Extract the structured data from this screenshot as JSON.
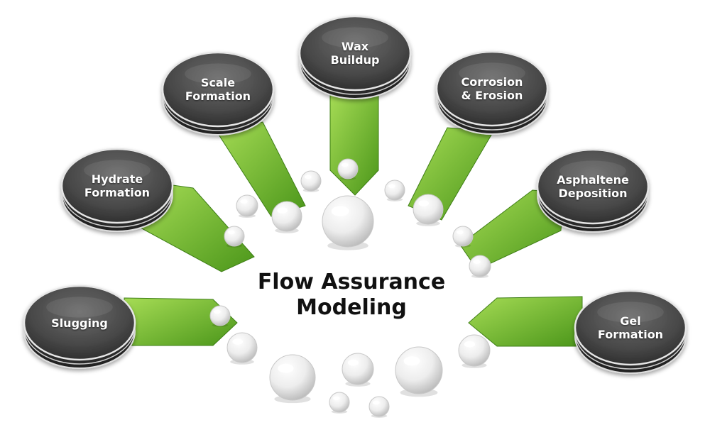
{
  "title": {
    "line1": "Flow Assurance",
    "line2": "Modeling"
  },
  "nodes": [
    {
      "id": "slugging",
      "lines": [
        "Slugging"
      ]
    },
    {
      "id": "hydrate-formation",
      "lines": [
        "Hydrate",
        "Formation"
      ]
    },
    {
      "id": "scale-formation",
      "lines": [
        "Scale",
        "Formation"
      ]
    },
    {
      "id": "wax-buildup",
      "lines": [
        "Wax",
        "Buildup"
      ]
    },
    {
      "id": "corrosion-erosion",
      "lines": [
        "Corrosion",
        "& Erosion"
      ]
    },
    {
      "id": "asphaltene-deposition",
      "lines": [
        "Asphaltene",
        "Deposition"
      ]
    },
    {
      "id": "gel-formation",
      "lines": [
        "Gel",
        "Formation"
      ]
    }
  ],
  "colors": {
    "disc": "#505050",
    "disc_rim": "#2e2e2e",
    "arrow_light": "#9cd64a",
    "arrow_dark": "#4f9a1d",
    "bubble": "#e8e8e8",
    "title": "#111111"
  }
}
